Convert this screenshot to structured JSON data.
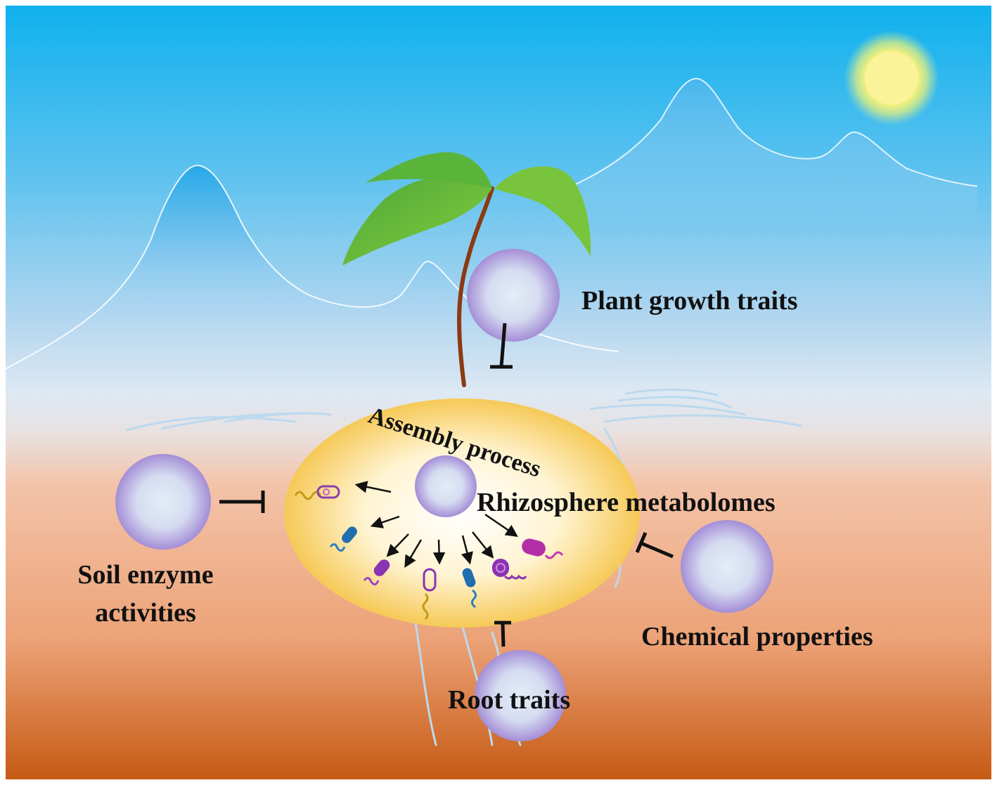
{
  "labels": {
    "plant_growth": "Plant growth traits",
    "assembly": "Assembly process",
    "metabolomes": "Rhizosphere metabolomes",
    "soil_enzyme_line1": "Soil enzyme",
    "soil_enzyme_line2": "activities",
    "chemical": "Chemical properties",
    "root": "Root traits"
  },
  "colors": {
    "sky_top": "#0fb1ee",
    "sky_bottom": "#dde9f3",
    "soil_top": "#f3c3a8",
    "soil_bottom": "#c65a14",
    "mountain": "#26a8e8",
    "sun": "#f7f17a",
    "leaf": "#6cc53c",
    "stem": "#8b3a12",
    "node": "#b6a0de",
    "ellipse_core": "#fffbe8",
    "ellipse_edge": "#f6cd5e"
  },
  "icons": [
    "sun-icon",
    "seedling-icon",
    "bacteria-icon",
    "inhibition-arrow-icon"
  ]
}
